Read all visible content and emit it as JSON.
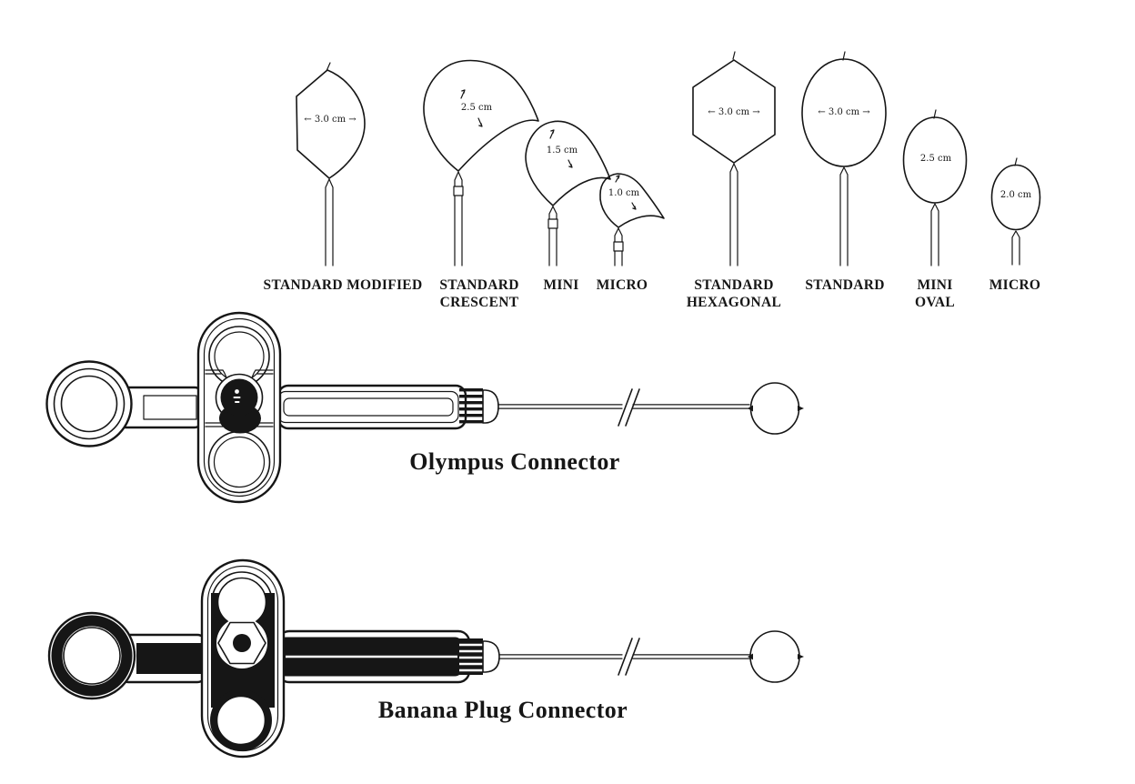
{
  "colors": {
    "ink": "#161616",
    "background": "#ffffff"
  },
  "snares": [
    {
      "label_lines": [
        "STANDARD MODIFIED"
      ],
      "size": "← 3.0 cm →"
    },
    {
      "label_lines": [
        "STANDARD",
        "CRESCENT"
      ],
      "size": "2.5 cm"
    },
    {
      "label_lines": [
        "MINI"
      ],
      "size": "1.5 cm"
    },
    {
      "label_lines": [
        "MICRO"
      ],
      "size": "1.0 cm"
    },
    {
      "label_lines": [
        "STANDARD",
        "HEXAGONAL"
      ],
      "size": "← 3.0 cm →"
    },
    {
      "label_lines": [
        "STANDARD"
      ],
      "size": "← 3.0 cm →"
    },
    {
      "label_lines": [
        "MINI",
        "OVAL"
      ],
      "size": "2.5 cm"
    },
    {
      "label_lines": [
        "MICRO"
      ],
      "size": "2.0 cm"
    }
  ],
  "devices": [
    {
      "label": "Olympus Connector"
    },
    {
      "label": "Banana Plug Connector"
    }
  ]
}
